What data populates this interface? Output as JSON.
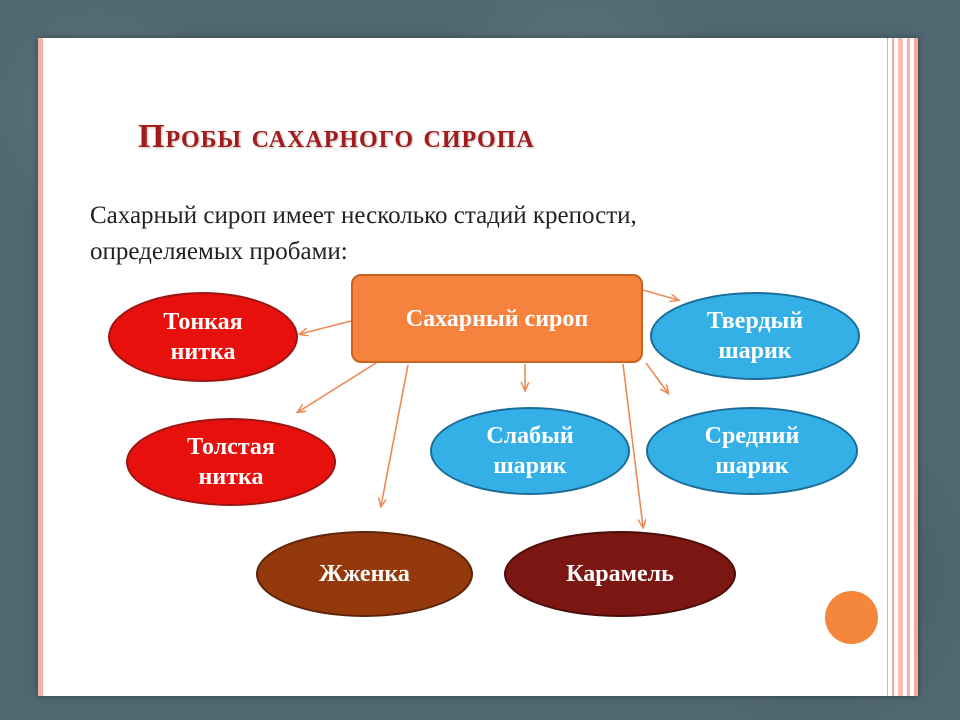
{
  "slide": {
    "title": "Пробы сахарного сиропа",
    "intro_line1": "Сахарный сироп имеет несколько стадий крепости,",
    "intro_line2": "определяемых пробами:"
  },
  "diagram": {
    "root": "Сахарный сироп",
    "nodes": {
      "thin_line1": "Тонкая",
      "thin_line2": "нитка",
      "thick_line1": "Толстая",
      "thick_line2": "нитка",
      "hard_line1": "Твердый",
      "hard_line2": "шарик",
      "weak_line1": "Слабый",
      "weak_line2": "шарик",
      "mid_line1": "Средний",
      "mid_line2": "шарик",
      "zhzhenka": "Жженка",
      "caramel": "Карамель"
    }
  },
  "colors": {
    "title": "#a31b1b",
    "root": "#f5823d",
    "red_nodes": "#e8100d",
    "blue_nodes": "#34b0e6",
    "brown_node": "#93390c",
    "dark_red_node": "#7b1612",
    "arrows": "#ec8a56",
    "background": "#4e6670"
  }
}
